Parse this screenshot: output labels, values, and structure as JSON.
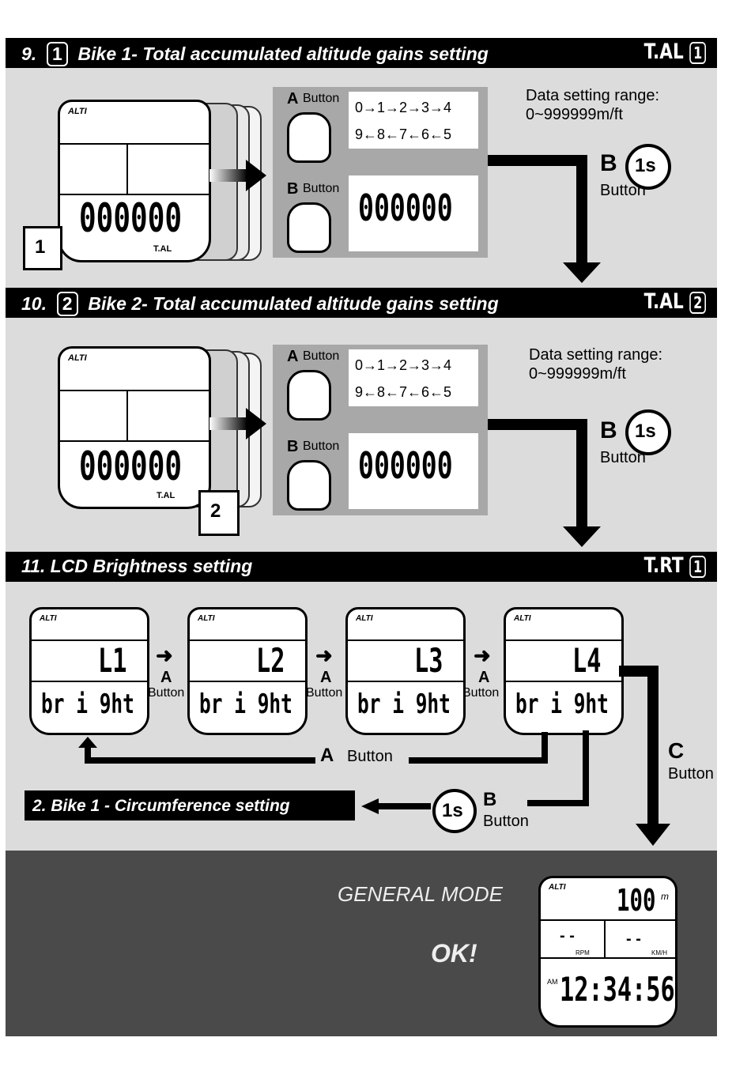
{
  "sections": [
    {
      "num": "9.",
      "icon": "1",
      "title": "Bike 1- Total  accumulated altitude gains  setting",
      "right_code": "T.AL",
      "right_icon": "1"
    },
    {
      "num": "10.",
      "icon": "2",
      "title": "Bike 2- Total accumulated altitude gains setting",
      "right_code": "T.AL",
      "right_icon": "2"
    },
    {
      "num": "11.",
      "icon": "",
      "title": "LCD Brightness  setting",
      "right_code": "T.RT",
      "right_icon": "1"
    }
  ],
  "device": {
    "brand": "ALTI",
    "counter": "000000",
    "code": "T.AL",
    "icon1": "1",
    "icon2": "2"
  },
  "instructions": {
    "a_label": "A",
    "b_label": "B",
    "button": "Button",
    "seq_top": "0→1→2→3→4",
    "seq_bottom": "9←8←7←6←5",
    "counter": "000000"
  },
  "range": {
    "line1": "Data setting range:",
    "line2": "0~999999m/ft"
  },
  "b_action": {
    "letter": "B",
    "hold": "1s",
    "label": "Button"
  },
  "brightness": {
    "levels": [
      "L1",
      "L2",
      "L3",
      "L4"
    ],
    "word": "br i 9ht",
    "brand": "ALTI",
    "step_letter": "A",
    "step_label": "Button",
    "loop_letter": "A",
    "loop_label": "Button",
    "c_letter": "C",
    "c_label": "Button",
    "b_letter": "B",
    "b_label": "Button",
    "b_hold": "1s",
    "exit_box": "2. Bike 1 - Circumference setting"
  },
  "general": {
    "title": "GENERAL MODE",
    "ok": "OK!",
    "brand": "ALTI",
    "alt_value": "100",
    "alt_unit": "m",
    "dashes_left": "- -",
    "dashes_right": "- -",
    "rpm": "RPM",
    "kmh": "KM/H",
    "am": "AM",
    "time": "12:34:56"
  }
}
